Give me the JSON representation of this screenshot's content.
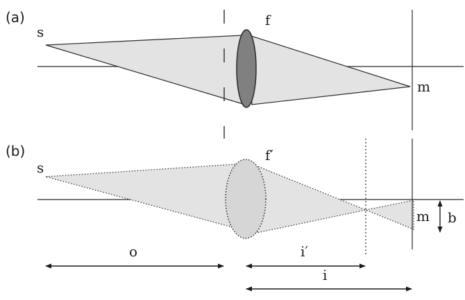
{
  "panel_a": {
    "label": "(a)",
    "source_label": "s",
    "lens_label": "f",
    "image_label": "m"
  },
  "panel_b": {
    "label": "(b)",
    "source_label": "s",
    "lens_label": "f′",
    "image_label": "m",
    "blur_label": "b"
  },
  "dimensions": {
    "object_distance": "o",
    "new_image_distance": "i′",
    "image_distance": "i"
  }
}
